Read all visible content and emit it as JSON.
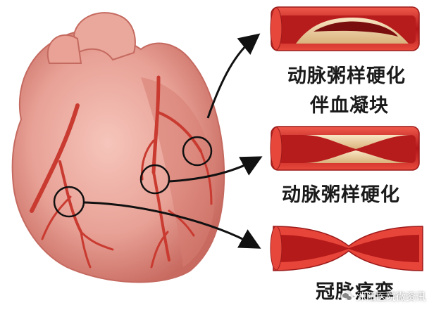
{
  "labels": {
    "panel1_line1": "动脉粥样硬化",
    "panel1_line2": "伴血凝块",
    "panel2": "动脉粥样硬化",
    "panel3": "冠脉痉挛"
  },
  "watermark": {
    "text": "沭阳医院微资讯"
  },
  "colors": {
    "heart": "#e59a92",
    "artery": "#c93a30",
    "vessel_wall": "#e8423a",
    "vessel_inner": "#b81c1c",
    "plaque": "#f2d7a8",
    "arrow": "#111111"
  },
  "icons": [
    "wechat-icon"
  ]
}
